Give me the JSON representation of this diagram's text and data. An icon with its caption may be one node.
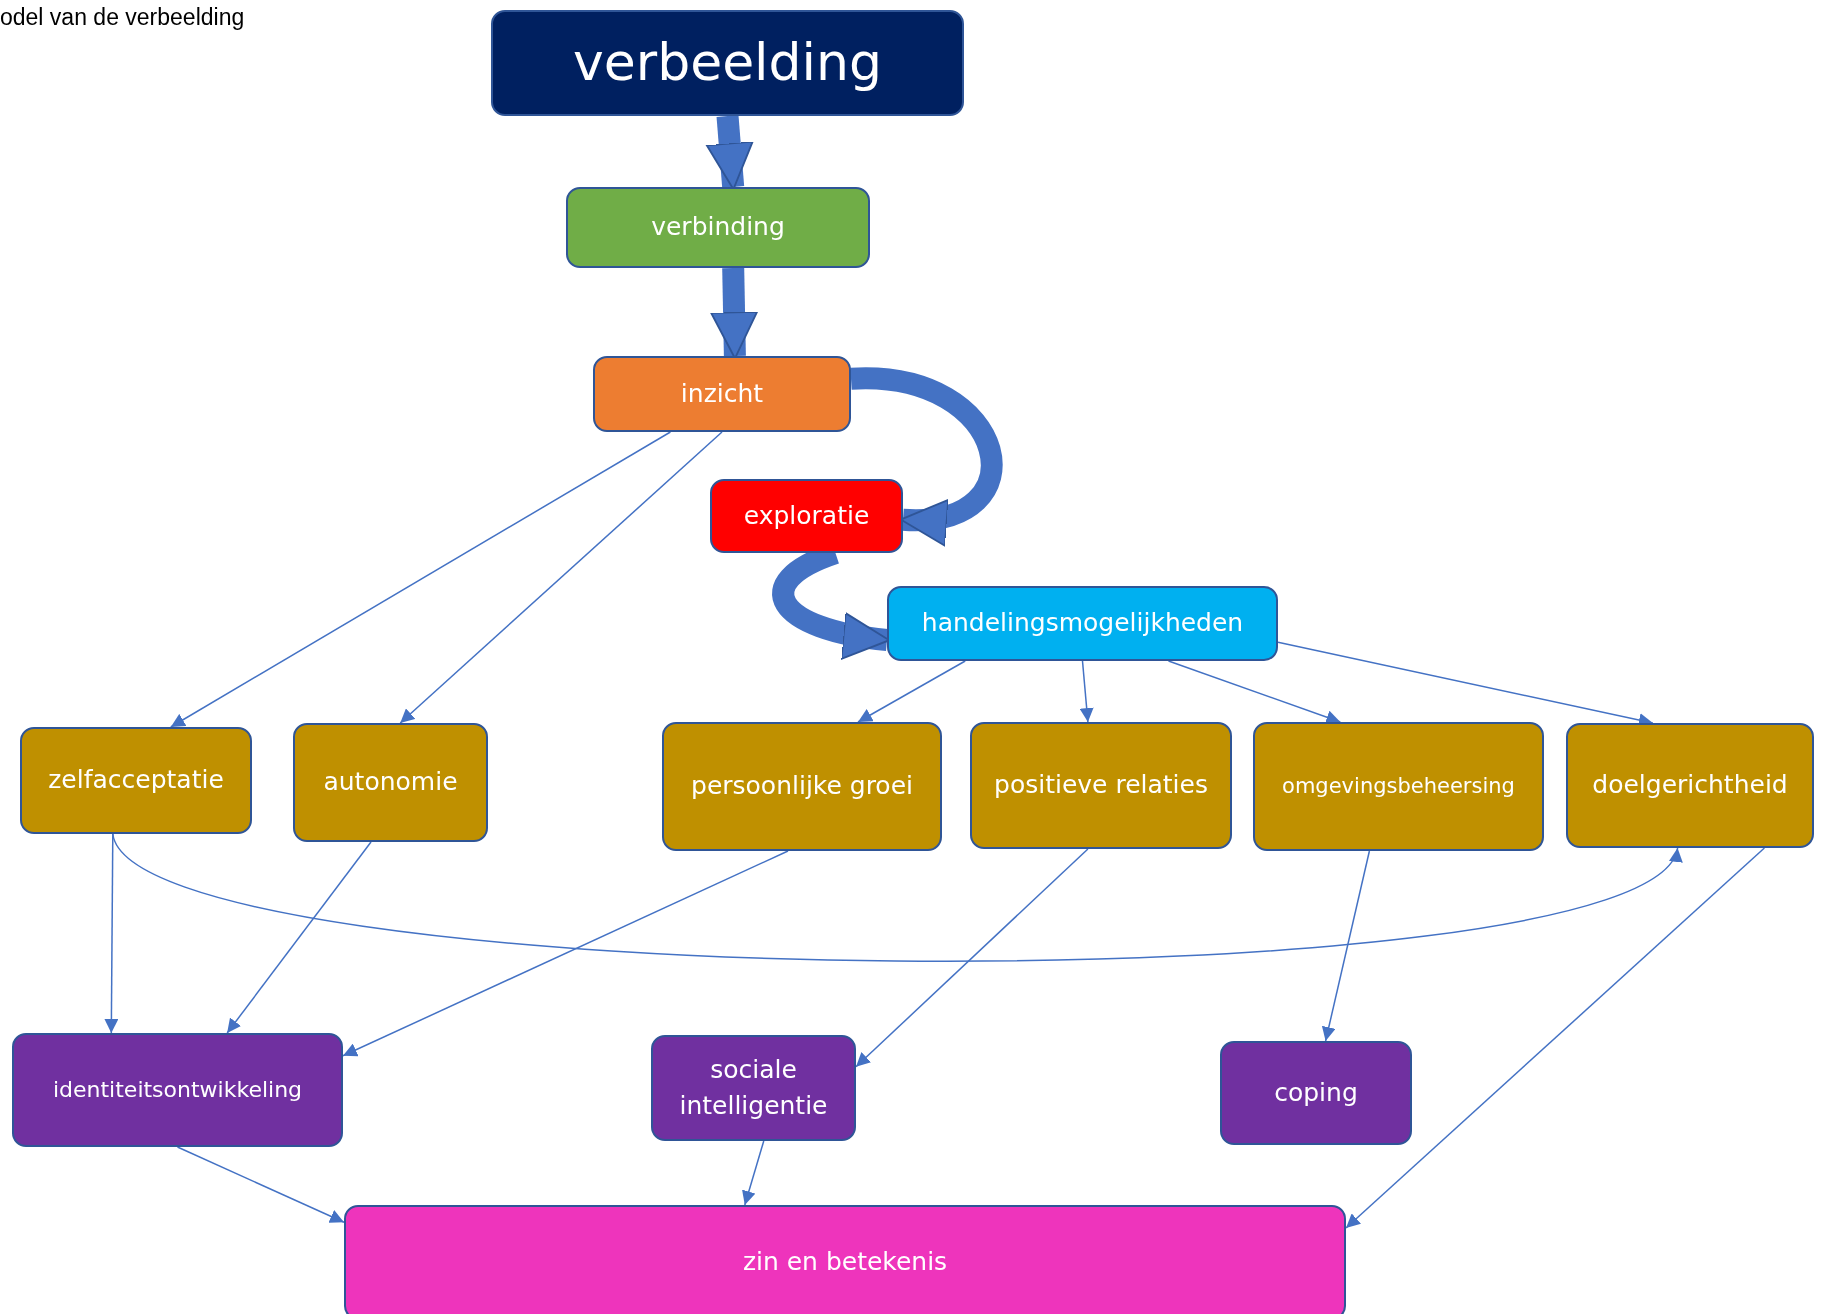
{
  "diagram": {
    "nodes": [
      {
        "text": [
          "verbeelding"
        ]
      },
      {
        "text": [
          "verbinding"
        ]
      },
      {
        "text": [
          "inzicht"
        ]
      },
      {
        "text": [
          "exploratie"
        ]
      },
      {
        "text": [
          "handelingsmogelijkheden"
        ]
      },
      {
        "text": [
          "zelfacceptatie"
        ]
      },
      {
        "text": [
          "autonomie"
        ]
      },
      {
        "text": [
          "persoonlijke groei"
        ]
      },
      {
        "text": [
          "positieve relaties"
        ]
      },
      {
        "text": [
          "omgevingsbeheersing"
        ]
      },
      {
        "text": [
          "doelgerichtheid"
        ]
      },
      {
        "text": [
          "identiteitsontwikkeling"
        ]
      },
      {
        "text": [
          "sociale intelligentie"
        ]
      },
      {
        "text": [
          "coping"
        ]
      },
      {
        "text": [
          "zin en betekenis"
        ]
      }
    ],
    "edges": [
      {
        "from": 0,
        "to": 1,
        "arrow": "to",
        "style": "thick"
      },
      {
        "from": 1,
        "to": 2,
        "arrow": "to",
        "style": "thick"
      },
      {
        "from": 2,
        "to": 3,
        "arrow": "to",
        "style": "thick"
      },
      {
        "from": 3,
        "to": 4,
        "arrow": "to",
        "style": "thick"
      },
      {
        "from": 2,
        "to": 5,
        "arrow": "to"
      },
      {
        "from": 2,
        "to": 6,
        "arrow": "to"
      },
      {
        "from": 4,
        "to": 7,
        "arrow": "to"
      },
      {
        "from": 4,
        "to": 8,
        "arrow": "to"
      },
      {
        "from": 4,
        "to": 9,
        "arrow": "to"
      },
      {
        "from": 4,
        "to": 10,
        "arrow": "to"
      },
      {
        "from": 5,
        "to": 10,
        "arrow": "to"
      },
      {
        "from": 5,
        "to": 11,
        "arrow": "to"
      },
      {
        "from": 6,
        "to": 11,
        "arrow": "to"
      },
      {
        "from": 7,
        "to": 11,
        "arrow": "to"
      },
      {
        "from": 8,
        "to": 12,
        "arrow": "to"
      },
      {
        "from": 9,
        "to": 13,
        "arrow": "to"
      },
      {
        "from": 10,
        "to": 14,
        "arrow": "to"
      },
      {
        "from": 11,
        "to": 14,
        "arrow": "to"
      },
      {
        "from": 12,
        "to": 14,
        "arrow": "to"
      }
    ],
    "labels": [
      "odel van de verbeelding"
    ]
  }
}
